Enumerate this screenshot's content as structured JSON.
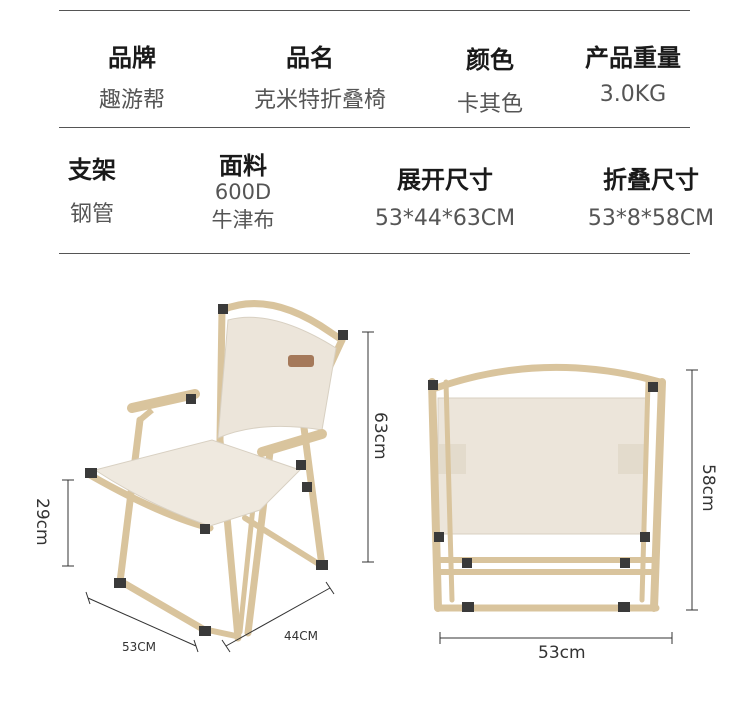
{
  "specs": {
    "row1": [
      {
        "header": "品牌",
        "value": "趣游帮"
      },
      {
        "header": "品名",
        "value": "克米特折叠椅"
      },
      {
        "header": "颜色",
        "value": "卡其色"
      },
      {
        "header": "产品重量",
        "value": "3.0KG"
      }
    ],
    "row2": [
      {
        "header": "支架",
        "value": "钢管"
      },
      {
        "header": "面料",
        "value_line1": "600D",
        "value_line2": "牛津布"
      },
      {
        "header": "展开尺寸",
        "value": "53*44*63CM"
      },
      {
        "header": "折叠尺寸",
        "value": "53*8*58CM"
      }
    ]
  },
  "open_chair": {
    "height": "63cm",
    "seat_height": "29cm",
    "width": "53CM",
    "depth": "44CM"
  },
  "folded_chair": {
    "height": "58cm",
    "width": "53cm"
  },
  "colors": {
    "fabric": "#ece5da",
    "frame": "#d9c49d",
    "joint": "#3a3a3a"
  }
}
